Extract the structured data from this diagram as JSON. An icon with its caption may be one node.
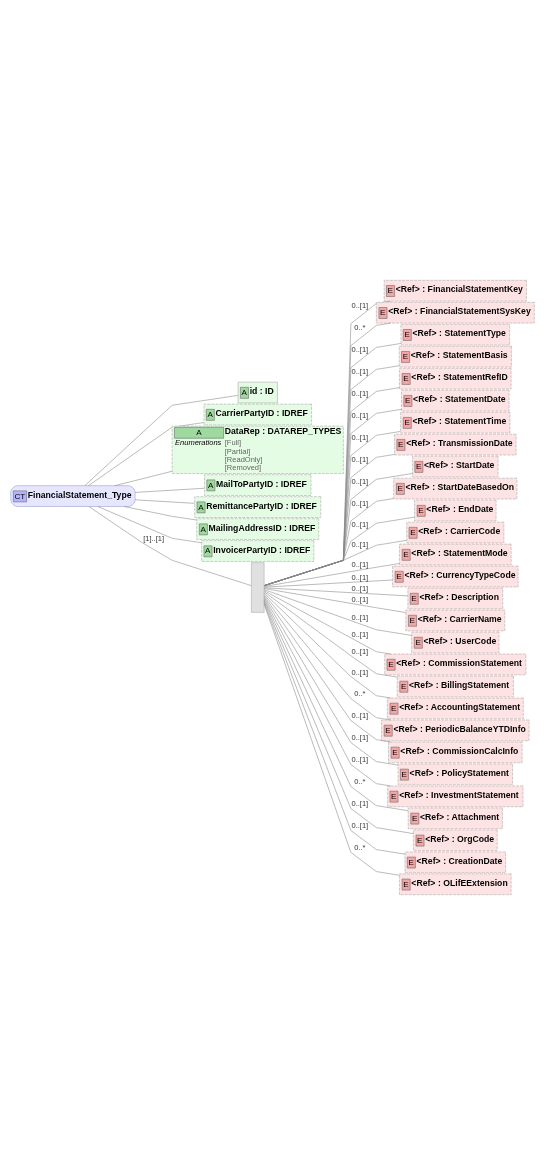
{
  "diagram": {
    "nodes": [
      {
        "text": [
          "CT",
          "FinancialStatement_Type"
        ]
      },
      {
        "text": [
          "A",
          "id : ID"
        ]
      },
      {
        "text": [
          "A",
          "CarrierPartyID : IDREF"
        ]
      },
      {
        "text": [
          "A",
          "DataRep : DATAREP_TYPES",
          "Enumerations",
          "[Full]",
          "[Partial]",
          "[ReadOnly]",
          "[Removed]"
        ]
      },
      {
        "text": [
          "A",
          "MailToPartyID : IDREF"
        ]
      },
      {
        "text": [
          "A",
          "RemittancePartyID : IDREF"
        ]
      },
      {
        "text": [
          "A",
          "MailingAddressID : IDREF"
        ]
      },
      {
        "text": [
          "A",
          "InvoicerPartyID : IDREF"
        ]
      },
      {
        "text": [],
        "shape": "box"
      },
      {
        "text": [
          "E",
          "<Ref>",
          ": FinancialStatementKey"
        ]
      },
      {
        "text": [
          "E",
          "<Ref>",
          ": FinancialStatementSysKey"
        ]
      },
      {
        "text": [
          "E",
          "<Ref>",
          ": StatementType"
        ]
      },
      {
        "text": [
          "E",
          "<Ref>",
          ": StatementBasis"
        ]
      },
      {
        "text": [
          "E",
          "<Ref>",
          ": StatementRefID"
        ]
      },
      {
        "text": [
          "E",
          "<Ref>",
          ": StatementDate"
        ]
      },
      {
        "text": [
          "E",
          "<Ref>",
          ": StatementTime"
        ]
      },
      {
        "text": [
          "E",
          "<Ref>",
          ": TransmissionDate"
        ]
      },
      {
        "text": [
          "E",
          "<Ref>",
          ": StartDate"
        ]
      },
      {
        "text": [
          "E",
          "<Ref>",
          ": StartDateBasedOn"
        ]
      },
      {
        "text": [
          "E",
          "<Ref>",
          ": EndDate"
        ]
      },
      {
        "text": [
          "E",
          "<Ref>",
          ": CarrierCode"
        ]
      },
      {
        "text": [
          "E",
          "<Ref>",
          ": StatementMode"
        ]
      },
      {
        "text": [
          "E",
          "<Ref>",
          ": CurrencyTypeCode"
        ]
      },
      {
        "text": [
          "E",
          "<Ref>",
          ": Description"
        ]
      },
      {
        "text": [
          "E",
          "<Ref>",
          ": CarrierName"
        ]
      },
      {
        "text": [
          "E",
          "<Ref>",
          ": UserCode"
        ]
      },
      {
        "text": [
          "E",
          "<Ref>",
          ": CommissionStatement"
        ]
      },
      {
        "text": [
          "E",
          "<Ref>",
          ": BillingStatement"
        ]
      },
      {
        "text": [
          "E",
          "<Ref>",
          ": AccountingStatement"
        ]
      },
      {
        "text": [
          "E",
          "<Ref>",
          ": PeriodicBalanceYTDInfo"
        ]
      },
      {
        "text": [
          "E",
          "<Ref>",
          ": CommissionCalcInfo"
        ]
      },
      {
        "text": [
          "E",
          "<Ref>",
          ": PolicyStatement"
        ]
      },
      {
        "text": [
          "E",
          "<Ref>",
          ": InvestmentStatement"
        ]
      },
      {
        "text": [
          "E",
          "<Ref>",
          ": Attachment"
        ]
      },
      {
        "text": [
          "E",
          "<Ref>",
          ": OrgCode"
        ]
      },
      {
        "text": [
          "E",
          "<Ref>",
          ": CreationDate"
        ]
      },
      {
        "text": [
          "E",
          "<Ref>",
          ": OLifEExtension"
        ]
      }
    ],
    "edges": [
      {
        "from": 0,
        "to": 1,
        "arrow": "none"
      },
      {
        "from": 0,
        "to": 2,
        "arrow": "none"
      },
      {
        "from": 0,
        "to": 3,
        "arrow": "none"
      },
      {
        "from": 0,
        "to": 4,
        "arrow": "none"
      },
      {
        "from": 0,
        "to": 5,
        "arrow": "none"
      },
      {
        "from": 0,
        "to": 6,
        "arrow": "none"
      },
      {
        "from": 0,
        "to": 7,
        "arrow": "none"
      },
      {
        "from": 0,
        "to": 8,
        "arrow": "none",
        "label": "[1]..[1]"
      },
      {
        "from": 8,
        "to": 9,
        "arrow": "none",
        "label": "0..[1]"
      },
      {
        "from": 8,
        "to": 10,
        "arrow": "none",
        "label": "0..*"
      },
      {
        "from": 8,
        "to": 11,
        "arrow": "none",
        "label": "0..[1]"
      },
      {
        "from": 8,
        "to": 12,
        "arrow": "none",
        "label": "0..[1]"
      },
      {
        "from": 8,
        "to": 13,
        "arrow": "none",
        "label": "0..[1]"
      },
      {
        "from": 8,
        "to": 14,
        "arrow": "none",
        "label": "0..[1]"
      },
      {
        "from": 8,
        "to": 15,
        "arrow": "none",
        "label": "0..[1]"
      },
      {
        "from": 8,
        "to": 16,
        "arrow": "none",
        "label": "0..[1]"
      },
      {
        "from": 8,
        "to": 17,
        "arrow": "none",
        "label": "0..[1]"
      },
      {
        "from": 8,
        "to": 18,
        "arrow": "none",
        "label": "0..[1]"
      },
      {
        "from": 8,
        "to": 19,
        "arrow": "none",
        "label": "0..[1]"
      },
      {
        "from": 8,
        "to": 20,
        "arrow": "none",
        "label": "0..[1]"
      },
      {
        "from": 8,
        "to": 21,
        "arrow": "none",
        "label": "0..[1]"
      },
      {
        "from": 8,
        "to": 22,
        "arrow": "none",
        "label": "0..[1]"
      },
      {
        "from": 8,
        "to": 23,
        "arrow": "none",
        "label": "0..[1]"
      },
      {
        "from": 8,
        "to": 24,
        "arrow": "none",
        "label": "0..[1]"
      },
      {
        "from": 8,
        "to": 25,
        "arrow": "none",
        "label": "0..[1]"
      },
      {
        "from": 8,
        "to": 26,
        "arrow": "none",
        "label": "0..[1]"
      },
      {
        "from": 8,
        "to": 27,
        "arrow": "none",
        "label": "0..[1]"
      },
      {
        "from": 8,
        "to": 28,
        "arrow": "none",
        "label": "0..[1]"
      },
      {
        "from": 8,
        "to": 29,
        "arrow": "none",
        "label": "0..*"
      },
      {
        "from": 8,
        "to": 30,
        "arrow": "none",
        "label": "0..[1]"
      },
      {
        "from": 8,
        "to": 31,
        "arrow": "none",
        "label": "0..[1]"
      },
      {
        "from": 8,
        "to": 32,
        "arrow": "none",
        "label": "0..[1]"
      },
      {
        "from": 8,
        "to": 33,
        "arrow": "none",
        "label": "0..*"
      },
      {
        "from": 8,
        "to": 34,
        "arrow": "none",
        "label": "0..[1]"
      },
      {
        "from": 8,
        "to": 35,
        "arrow": "none",
        "label": "0..[1]"
      },
      {
        "from": 8,
        "to": 36,
        "arrow": "none",
        "label": "0..*"
      }
    ]
  }
}
